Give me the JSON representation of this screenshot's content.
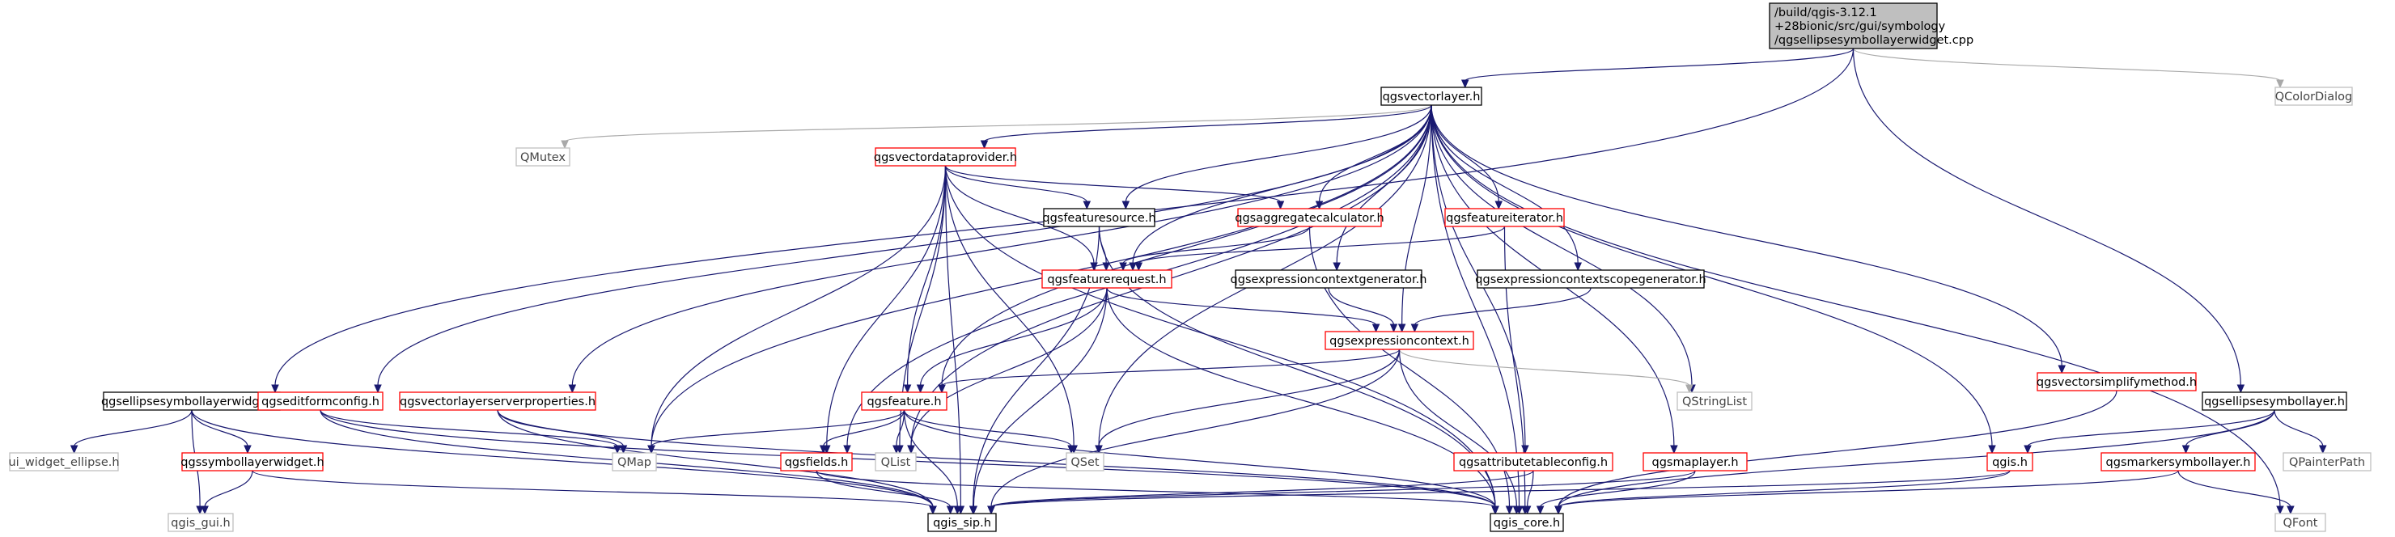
{
  "colors": {
    "edge": "#191970",
    "edge_light": "#a9a9a9",
    "red_node_border": "#ff0000",
    "gray_node_border": "#bfbfbf",
    "root_fill": "#bfbfbf"
  },
  "nodes": {
    "root": "/build/qgis-3.12.1\n+28bionic/src/gui/symbology\n/qgsellipsesymbollayerwidget.cpp",
    "vectorlayer": "qgsvectorlayer.h",
    "qcolordialog": "QColorDialog",
    "qmutex": "QMutex",
    "vectordataprovider": "qgsvectordataprovider.h",
    "featuresource": "qgsfeaturesource.h",
    "aggregatecalculator": "qgsaggregatecalculator.h",
    "featureiterator": "qgsfeatureiterator.h",
    "featurerequest": "qgsfeaturerequest.h",
    "exprctxgenerator": "qgsexpressioncontextgenerator.h",
    "exprscopegenerator": "qgsexpressioncontextscopegenerator.h",
    "vectorsimplifymethod": "qgsvectorsimplifymethod.h",
    "expressioncontext": "qgsexpressioncontext.h",
    "ellipsewidget": "qgsellipsesymbollayerwidget.h",
    "editformconfig": "qgseditformconfig.h",
    "serverproperties": "qgsvectorlayerserverproperties.h",
    "feature": "qgsfeature.h",
    "qstringlist": "QStringList",
    "ellipselayer": "qgsellipsesymbollayer.h",
    "uiwidget": "ui_widget_ellipse.h",
    "symbollayerwidget": "qgssymbollayerwidget.h",
    "qmap": "QMap",
    "fields": "qgsfields.h",
    "qlist": "QList",
    "qset": "QSet",
    "attributetableconfig": "qgsattributetableconfig.h",
    "maplayer": "qgsmaplayer.h",
    "qgis": "qgis.h",
    "markersymbollayer": "qgsmarkersymbollayer.h",
    "qpainterpath": "QPainterPath",
    "qgisgui": "qgis_gui.h",
    "qgissip": "qgis_sip.h",
    "qgiscore": "qgis_core.h",
    "qfont": "QFont"
  }
}
